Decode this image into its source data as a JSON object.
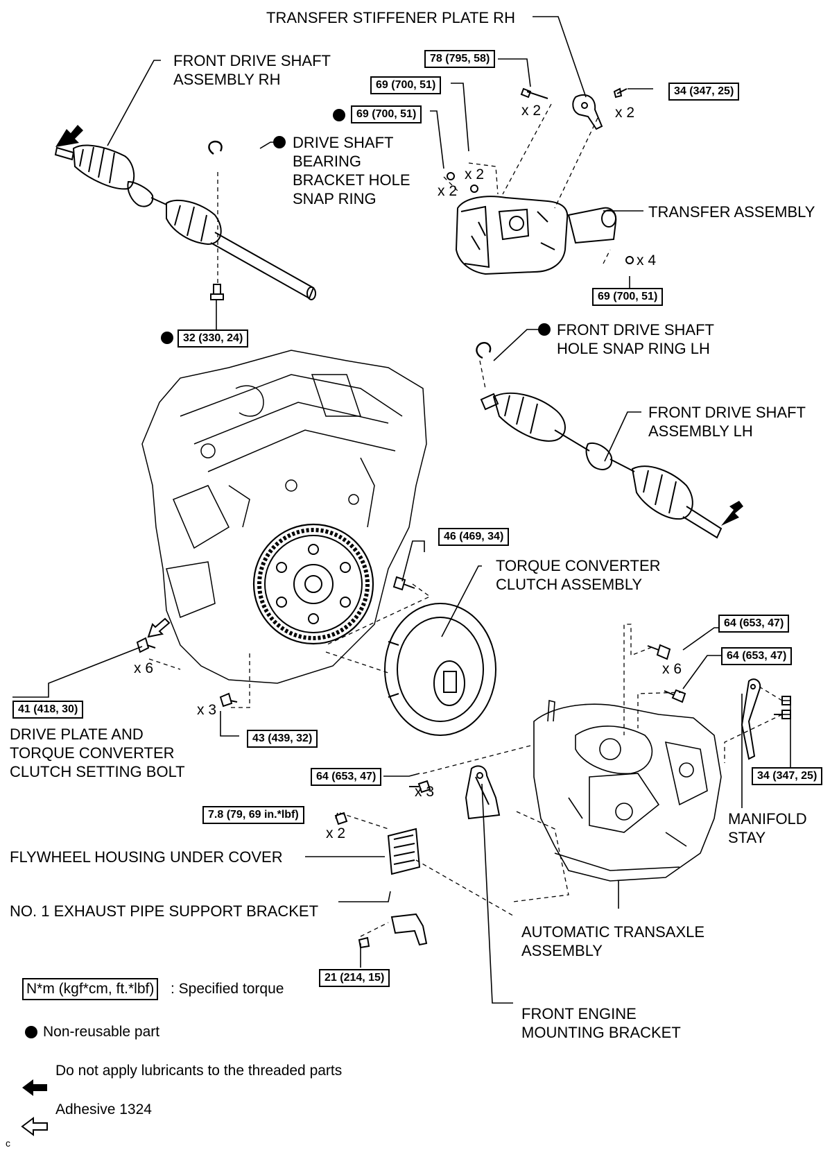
{
  "labels": {
    "transfer_stiffener_plate_rh": "TRANSFER STIFFENER PLATE RH",
    "front_drive_shaft_rh": "FRONT DRIVE SHAFT\nASSEMBLY RH",
    "drive_shaft_bearing_snap_ring": "DRIVE SHAFT\nBEARING\nBRACKET HOLE\nSNAP RING",
    "transfer_assembly": "TRANSFER ASSEMBLY",
    "front_drive_shaft_hole_snap_ring_lh": "FRONT DRIVE SHAFT\nHOLE SNAP RING LH",
    "front_drive_shaft_lh": "FRONT DRIVE SHAFT\nASSEMBLY LH",
    "torque_converter_clutch": "TORQUE CONVERTER\nCLUTCH ASSEMBLY",
    "drive_plate_bolt": "DRIVE PLATE AND\nTORQUE CONVERTER\nCLUTCH SETTING BOLT",
    "manifold_stay": "MANIFOLD\nSTAY",
    "flywheel_under_cover": "FLYWHEEL HOUSING UNDER COVER",
    "exhaust_pipe_bracket": "NO. 1 EXHAUST PIPE SUPPORT BRACKET",
    "automatic_transaxle": "AUTOMATIC TRANSAXLE\nASSEMBLY",
    "front_engine_mounting_bracket": "FRONT ENGINE\nMOUNTING BRACKET"
  },
  "torques": {
    "t78": "78 (795, 58)",
    "t69a": "69 (700, 51)",
    "t69b": "69 (700, 51)",
    "t34a": "34 (347, 25)",
    "t69c": "69 (700, 51)",
    "t32": "32 (330, 24)",
    "t46": "46 (469, 34)",
    "t64a": "64 (653, 47)",
    "t64b": "64 (653, 47)",
    "t41": "41 (418, 30)",
    "t43": "43 (439, 32)",
    "t64c": "64 (653, 47)",
    "t34b": "34 (347, 25)",
    "t78b": "7.8 (79, 69 in.*lbf)",
    "t21": "21 (214, 15)"
  },
  "quantities": {
    "q_x2_78": "x 2",
    "q_x2_34": "x 2",
    "q_x2_69a": "x 2",
    "q_x2_69b": "x 2",
    "q_x4": "x 4",
    "q_x6_41": "x 6",
    "q_x3_43": "x 3",
    "q_x6_64": "x 6",
    "q_x3_64": "x 3",
    "q_x2_78b": "x 2"
  },
  "legend": {
    "torque_box": "N*m (kgf*cm, ft.*lbf)",
    "torque_text": ": Specified torque",
    "non_reusable": "Non-reusable part",
    "no_lubricant": "Do not apply lubricants to the threaded parts",
    "adhesive": "Adhesive 1324"
  },
  "corner_code": "c"
}
